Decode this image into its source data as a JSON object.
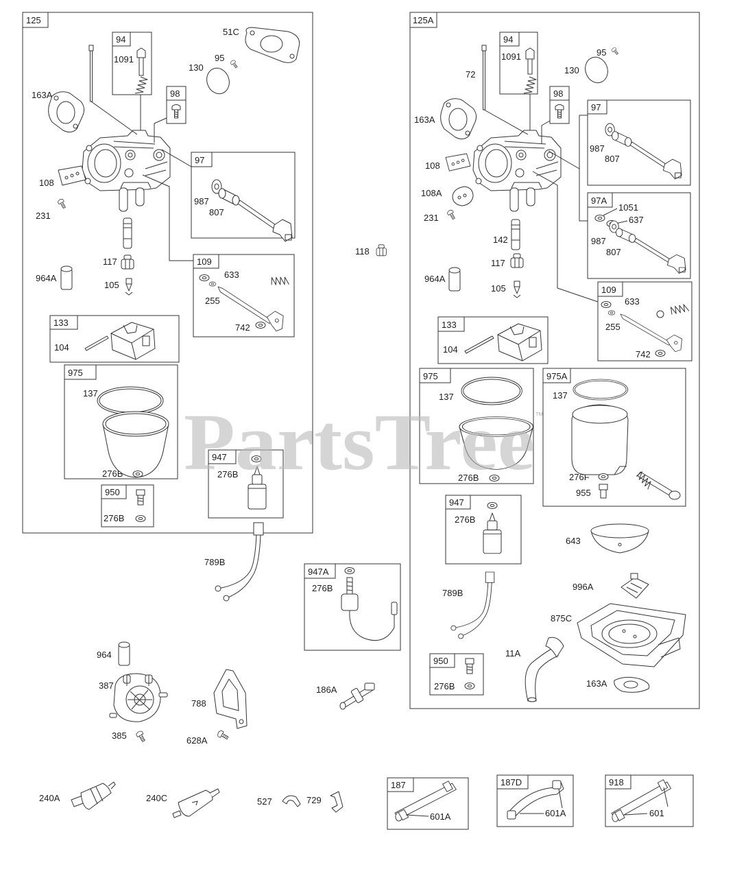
{
  "watermark": {
    "text": "PartsTree",
    "trademark": "™"
  },
  "assembly_125": {
    "header": "125",
    "callouts": [
      "51C",
      "95",
      "130",
      "163A",
      "108",
      "231",
      "117",
      "964A",
      "105"
    ],
    "kit_94": {
      "header": "94",
      "callouts": [
        "1091"
      ]
    },
    "kit_98": {
      "header": "98"
    },
    "kit_97": {
      "header": "97",
      "callouts": [
        "987",
        "807"
      ]
    },
    "kit_109": {
      "header": "109",
      "callouts": [
        "633",
        "255",
        "742"
      ]
    },
    "kit_133": {
      "header": "133",
      "callouts": [
        "104"
      ]
    },
    "kit_975": {
      "header": "975",
      "callouts": [
        "137",
        "276B"
      ]
    },
    "kit_947": {
      "header": "947",
      "callouts": [
        "276B"
      ]
    },
    "kit_950": {
      "header": "950",
      "callouts": [
        "276B"
      ]
    }
  },
  "loose_parts": {
    "callouts": [
      "118",
      "789B",
      "964",
      "387",
      "788",
      "186A",
      "385",
      "628A",
      "240A",
      "240C",
      "527",
      "729"
    ],
    "kit_947A": {
      "header": "947A",
      "callouts": [
        "276B"
      ]
    },
    "kit_187": {
      "header": "187",
      "callouts": [
        "601A"
      ]
    },
    "kit_187D": {
      "header": "187D",
      "callouts": [
        "601A"
      ]
    },
    "kit_918": {
      "header": "918",
      "callouts": [
        "601"
      ]
    }
  },
  "assembly_125A": {
    "header": "125A",
    "callouts": [
      "95",
      "130",
      "72",
      "163A",
      "108",
      "108A",
      "231",
      "142",
      "117",
      "964A",
      "105",
      "643",
      "996A",
      "789B",
      "875C",
      "11A",
      "163A"
    ],
    "kit_94": {
      "header": "94",
      "callouts": [
        "1091"
      ]
    },
    "kit_98": {
      "header": "98"
    },
    "kit_97": {
      "header": "97",
      "callouts": [
        "987",
        "807"
      ]
    },
    "kit_97A": {
      "header": "97A",
      "callouts": [
        "1051",
        "637",
        "987",
        "807"
      ]
    },
    "kit_109": {
      "header": "109",
      "callouts": [
        "633",
        "255",
        "742"
      ]
    },
    "kit_133": {
      "header": "133",
      "callouts": [
        "104"
      ]
    },
    "kit_975": {
      "header": "975",
      "callouts": [
        "137",
        "276B"
      ]
    },
    "kit_975A": {
      "header": "975A",
      "callouts": [
        "137",
        "276F",
        "955"
      ]
    },
    "kit_947": {
      "header": "947",
      "callouts": [
        "276B"
      ]
    },
    "kit_950": {
      "header": "950",
      "callouts": [
        "276B"
      ]
    }
  }
}
